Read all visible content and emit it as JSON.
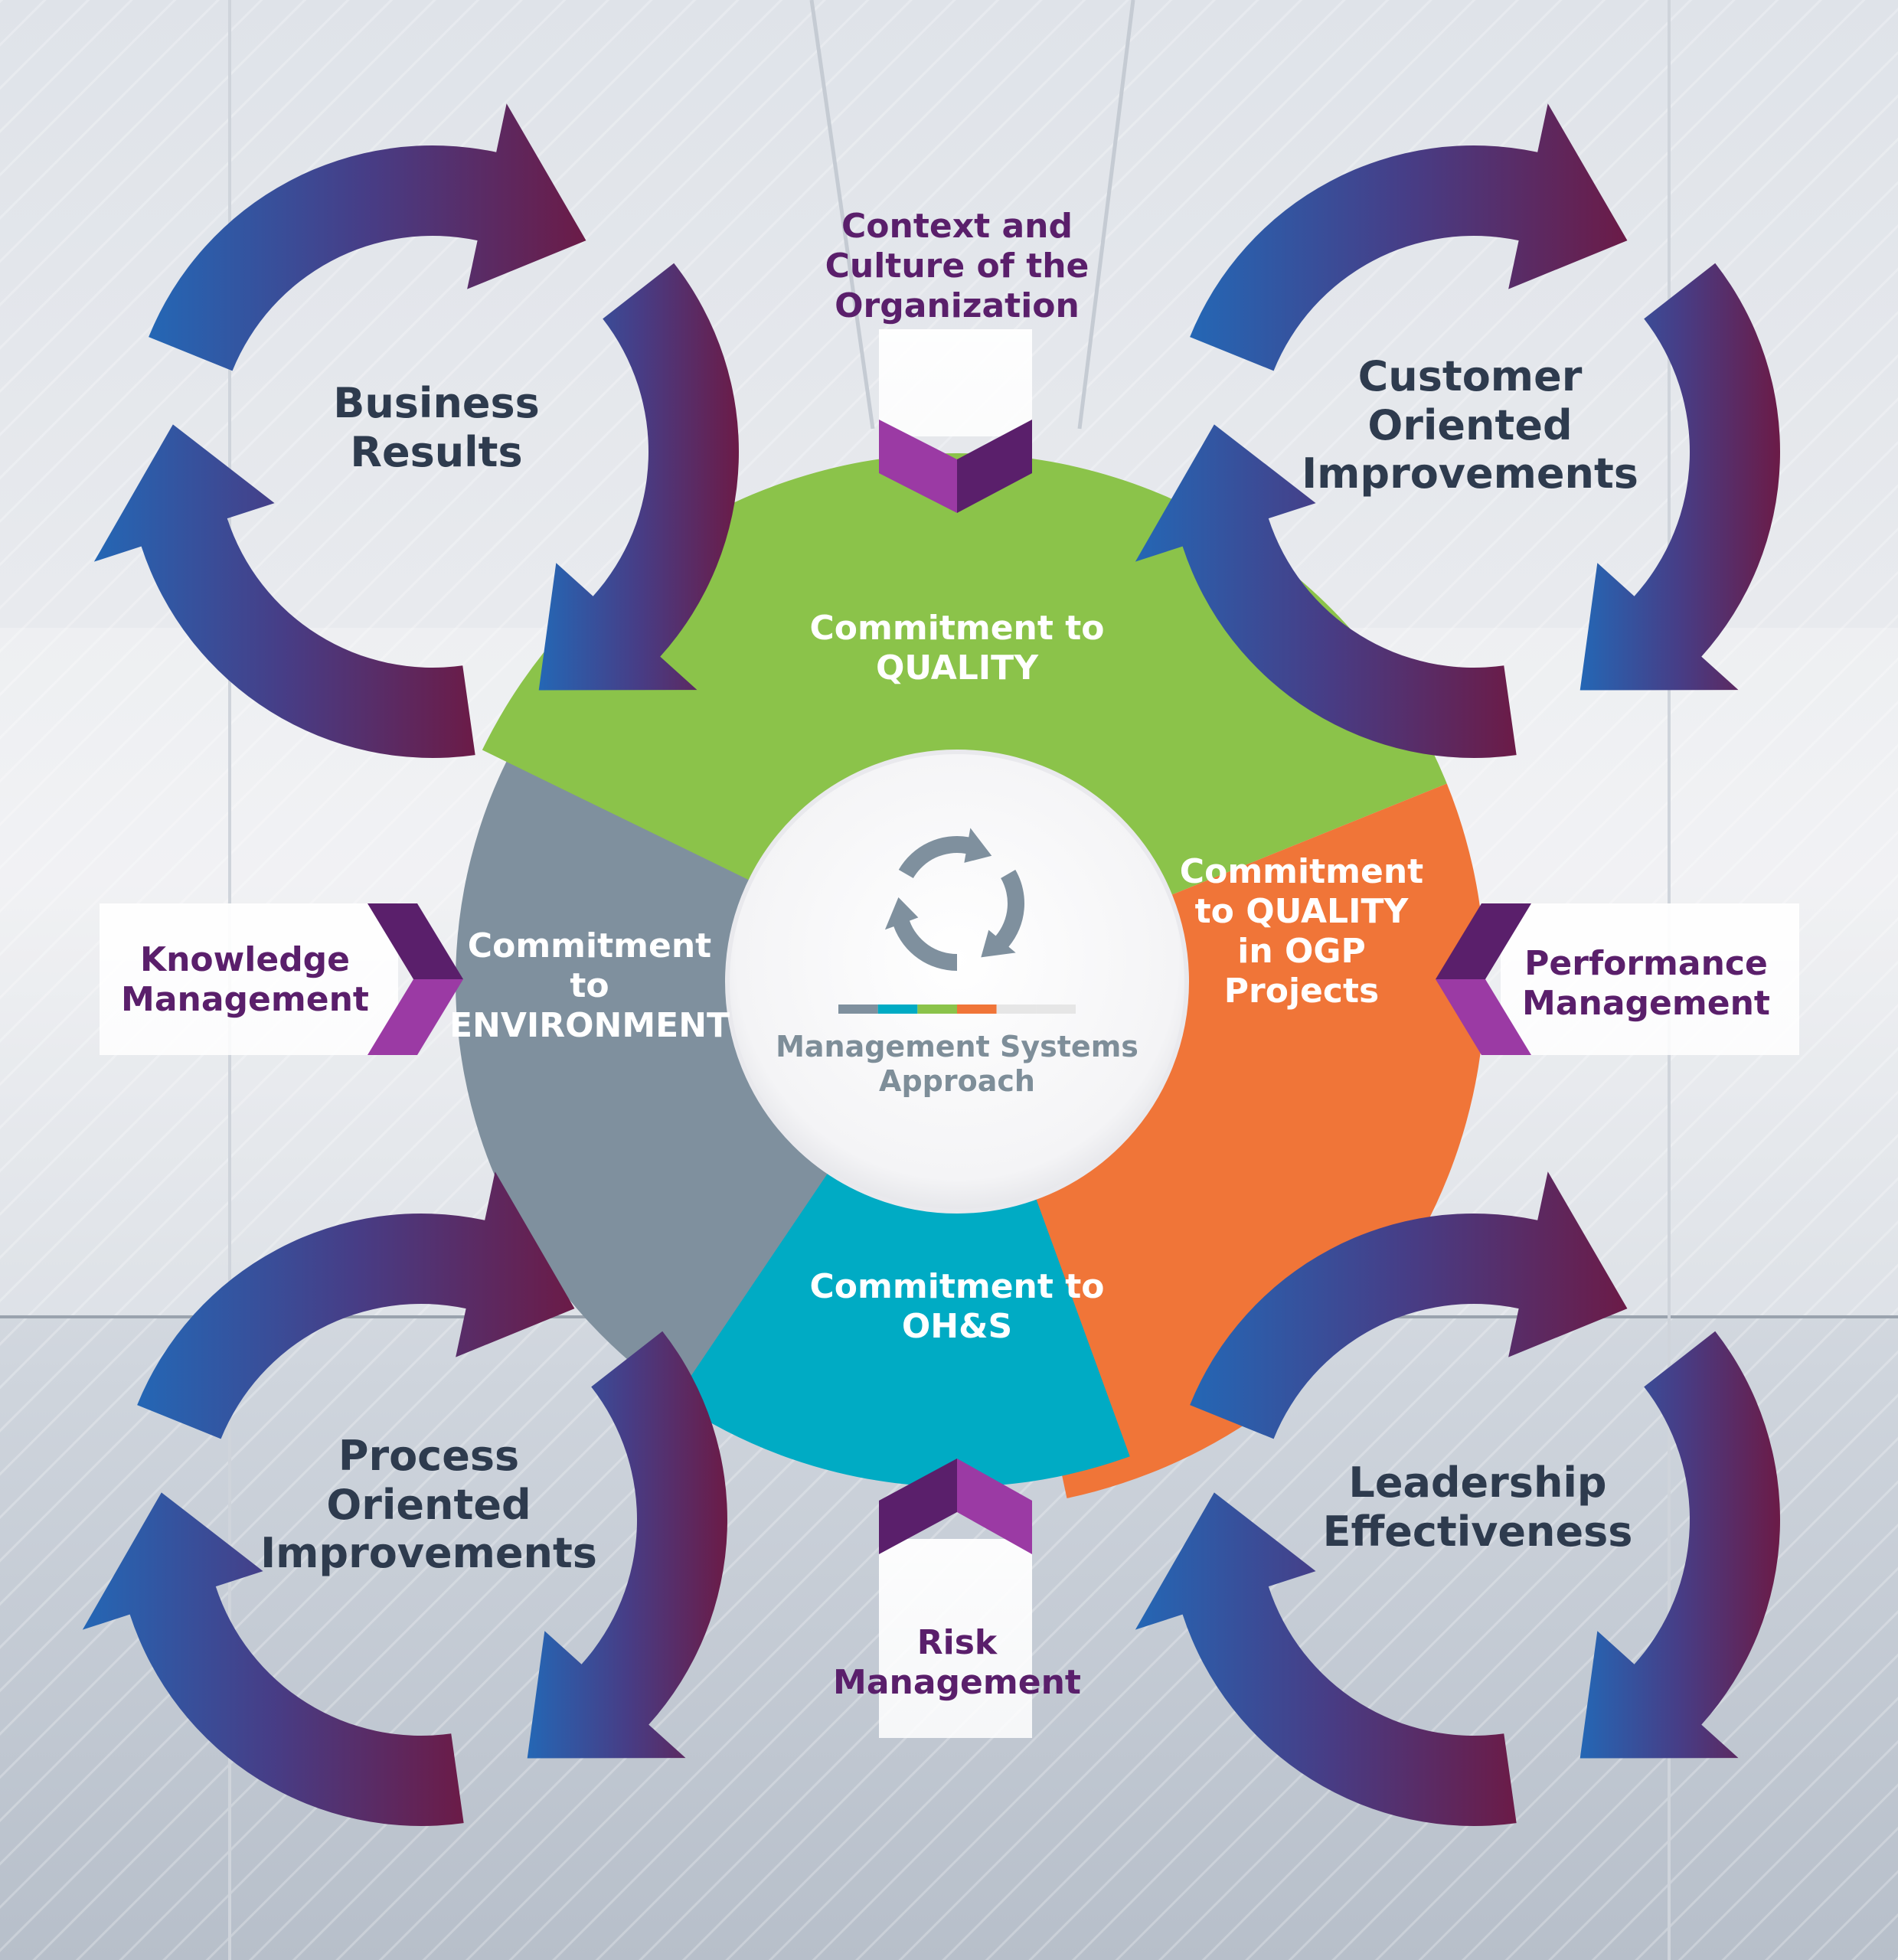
{
  "cycles": [
    {
      "id": "business-results",
      "lines": [
        "Business",
        "Results"
      ]
    },
    {
      "id": "customer-oriented",
      "lines": [
        "Customer",
        "Oriented",
        "Improvements"
      ]
    },
    {
      "id": "process-oriented",
      "lines": [
        "Process",
        "Oriented",
        "Improvements"
      ]
    },
    {
      "id": "leadership",
      "lines": [
        "Leadership",
        "Effectiveness"
      ]
    }
  ],
  "segments": {
    "quality": {
      "lines": [
        "Commitment to",
        "QUALITY"
      ],
      "color": "#8bc34a"
    },
    "ogp": {
      "lines": [
        "Commitment",
        "to QUALITY",
        "in OGP",
        "Projects"
      ],
      "color": "#f07538"
    },
    "ohs": {
      "lines": [
        "Commitment to",
        "OH&S"
      ],
      "color": "#00abc4"
    },
    "environment": {
      "lines": [
        "Commitment",
        "to",
        "ENVIRONMENT"
      ],
      "color": "#7f909e"
    }
  },
  "callouts": {
    "top": {
      "lines": [
        "Context and",
        "Culture of the",
        "Organization"
      ]
    },
    "left": {
      "lines": [
        "Knowledge",
        "Management"
      ]
    },
    "right": {
      "lines": [
        "Performance",
        "Management"
      ]
    },
    "bottom": {
      "lines": [
        "Risk",
        "Management"
      ]
    }
  },
  "center": {
    "lines": [
      "Management Systems",
      "Approach"
    ],
    "icon": "cycle-arrows-icon",
    "bar_colors": [
      "#7f909e",
      "#00abc4",
      "#8bc34a",
      "#f07538",
      "#e6e6e6",
      "#e6e6e6"
    ]
  },
  "colors": {
    "arrow_start": "#2467b5",
    "arrow_end": "#6b1b47",
    "callout_accent": "#9b3aa4",
    "callout_dark": "#5a1f6b",
    "text_dark": "#2e3b4e"
  }
}
